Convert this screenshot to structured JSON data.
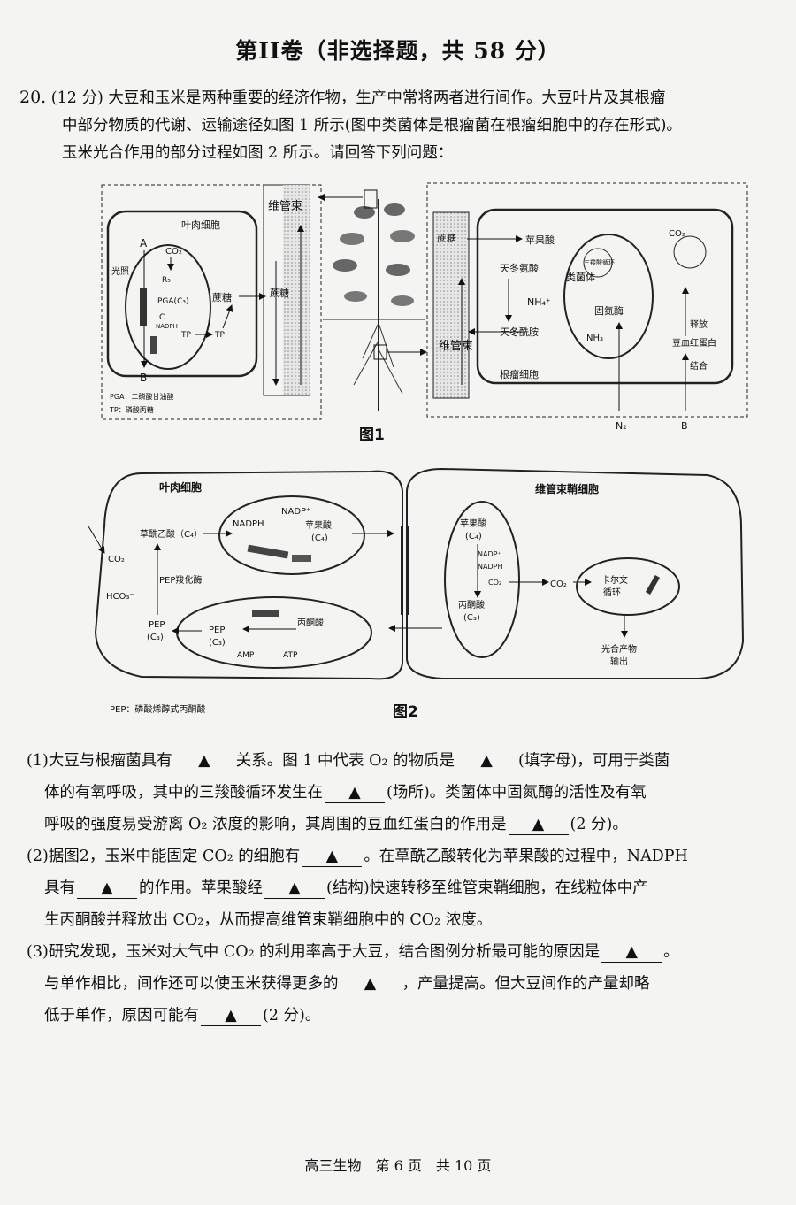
{
  "section_title": "第II卷（非选择题，共 58 分）",
  "question": {
    "number": "20.",
    "score": "(12 分)",
    "intro_l1": "大豆和玉米是两种重要的经济作物，生产中常将两者进行间作。大豆叶片及其根瘤",
    "intro_l2": "中部分物质的代谢、运输途径如图 1 所示(图中类菌体是根瘤菌在根瘤细胞中的存在形式)。",
    "intro_l3": "玉米光合作用的部分过程如图 2 所示。请回答下列问题："
  },
  "fig1": {
    "caption": "图1",
    "mesophyll_label": "叶肉细胞",
    "vascular_label": "维管束",
    "light": "光照",
    "A": "A",
    "B": "B",
    "co2": "CO₂",
    "r5": "R₅",
    "pga": "PGA(C₃)",
    "c": "C",
    "nadph": "NADPH",
    "tp": "TP",
    "sucrose": "蔗糖",
    "legend1": "PGA：二磷酸甘油酸",
    "legend2": "TP：磷酸丙糖",
    "root_cell_label": "根瘤细胞",
    "malate": "苹果酸",
    "aspartate": "天冬氨酸",
    "asparagine": "天冬酰胺",
    "nh4": "NH₄⁺",
    "nh3": "NH₃",
    "bacteroid": "类菌体",
    "tca": "三羧酸循环",
    "nitrogenase": "固氮酶",
    "n2": "N₂",
    "release": "释放",
    "bind": "结合",
    "leghemoglobin": "豆血红蛋白"
  },
  "fig2": {
    "caption": "图2",
    "mesophyll_label": "叶肉细胞",
    "bundle_label": "维管束鞘细胞",
    "oaa": "草酰乙酸（C₄）",
    "nadph": "NADPH",
    "nadp": "NADP⁺",
    "malate": "苹果酸",
    "c4": "(C₄)",
    "co2": "CO₂",
    "hco3": "HCO₃⁻",
    "pepc": "PEP羧化酶",
    "pep": "PEP",
    "c3": "(C₃)",
    "amp": "AMP",
    "atp": "ATP",
    "pyruvate": "丙酮酸",
    "calvin1": "卡尔文",
    "calvin2": "循环",
    "products1": "光合产物",
    "products2": "输出",
    "legend": "PEP：磷酸烯醇式丙酮酸"
  },
  "subq": {
    "marker": "▲",
    "q1_l1a": "(1)大豆与根瘤菌具有",
    "q1_l1b": "关系。图 1 中代表 O₂ 的物质是",
    "q1_l1c": "(填字母)，可用于类菌",
    "q1_l2a": "体的有氧呼吸，其中的三羧酸循环发生在",
    "q1_l2b": "(场所)。类菌体中固氮酶的活性及有氧",
    "q1_l3a": "呼吸的强度易受游离 O₂ 浓度的影响，其周围的豆血红蛋白的作用是",
    "q1_l3b": "(2 分)。",
    "q2_l1a": "(2)据图2，玉米中能固定 CO₂ 的细胞有",
    "q2_l1b": "。在草酰乙酸转化为苹果酸的过程中，NADPH",
    "q2_l2a": "具有",
    "q2_l2b": "的作用。苹果酸经",
    "q2_l2c": "(结构)快速转移至维管束鞘细胞，在线粒体中产",
    "q2_l3": "生丙酮酸并释放出 CO₂，从而提高维管束鞘细胞中的 CO₂ 浓度。",
    "q3_l1a": "(3)研究发现，玉米对大气中 CO₂ 的利用率高于大豆，结合图例分析最可能的原因是",
    "q3_l1b": "。",
    "q3_l2a": "与单作相比，间作还可以使玉米获得更多的",
    "q3_l2b": "，产量提高。但大豆间作的产量却略",
    "q3_l3a": "低于单作，原因可能有",
    "q3_l3b": "(2 分)。"
  },
  "footer": "高三生物　第 6 页　共 10 页"
}
